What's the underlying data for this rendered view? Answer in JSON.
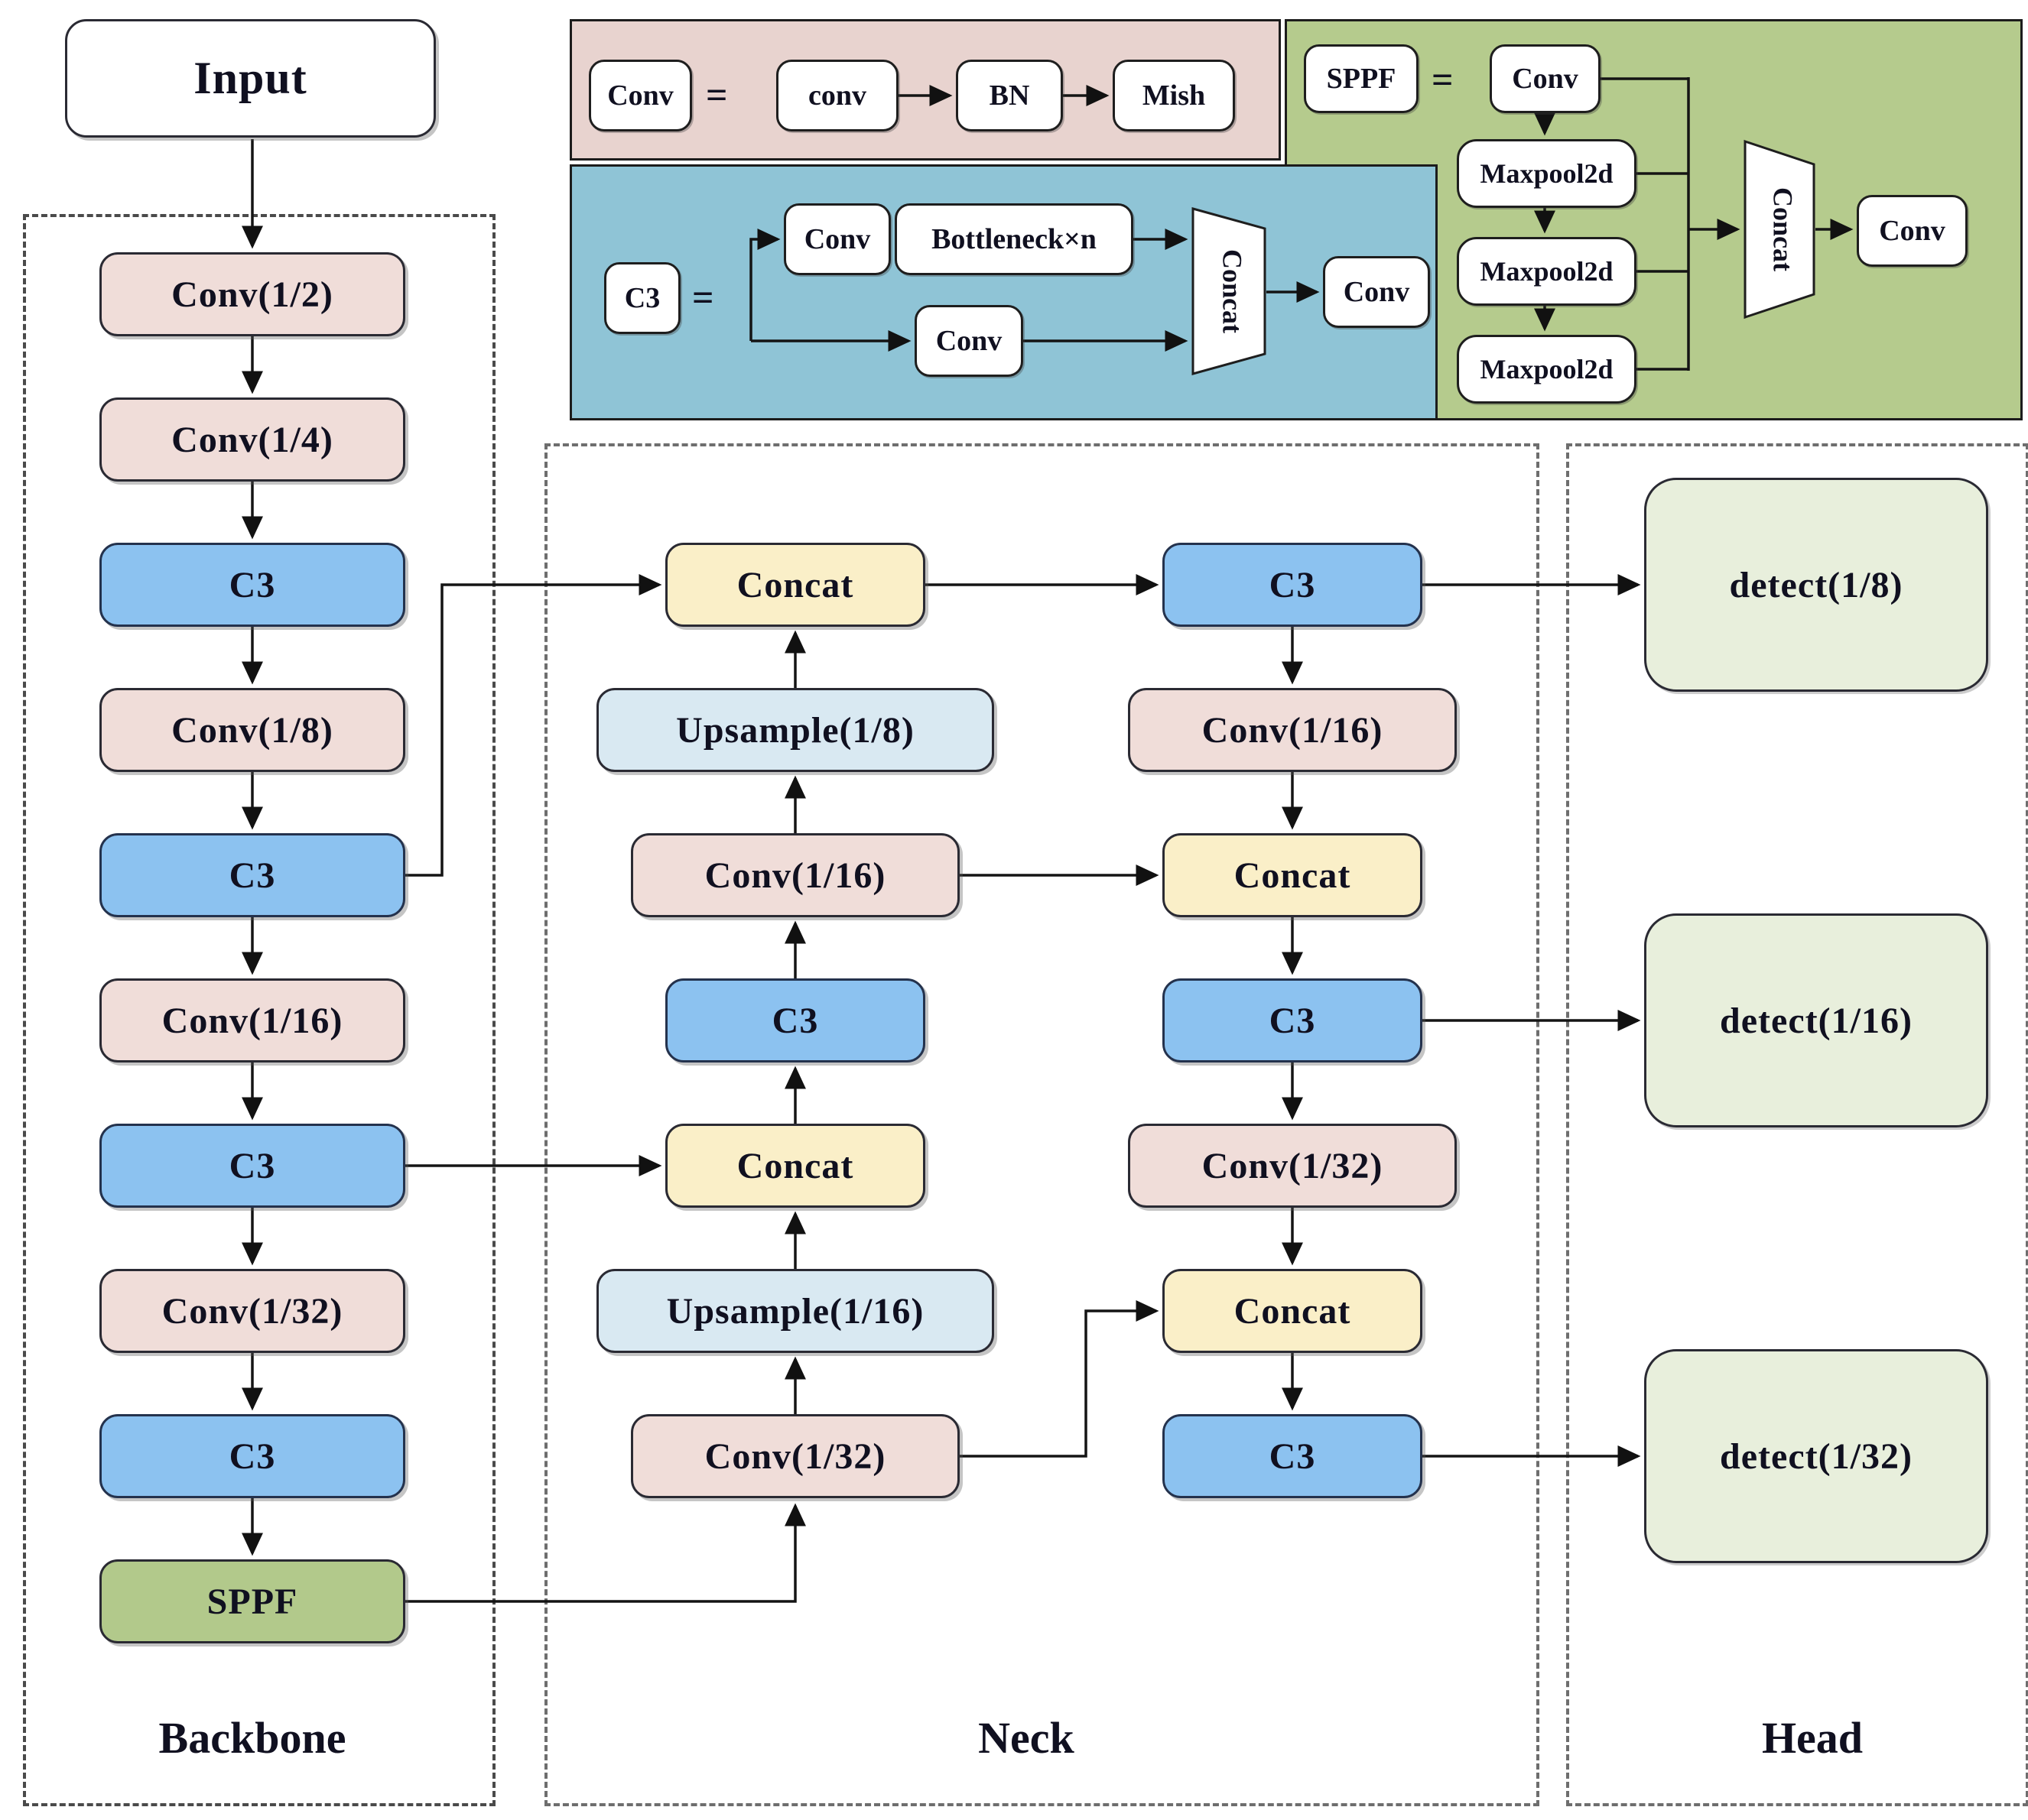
{
  "input_label": "Input",
  "sections": {
    "backbone": "Backbone",
    "neck": "Neck",
    "head": "Head"
  },
  "backbone_nodes": [
    "Conv(1/2)",
    "Conv(1/4)",
    "C3",
    "Conv(1/8)",
    "C3",
    "Conv(1/16)",
    "C3",
    "Conv(1/32)",
    "C3",
    "SPPF"
  ],
  "neck_left": [
    "Concat",
    "Upsample(1/8)",
    "Conv(1/16)",
    "C3",
    "Concat",
    "Upsample(1/16)",
    "Conv(1/32)"
  ],
  "neck_right": [
    "C3",
    "Conv(1/16)",
    "Concat",
    "C3",
    "Conv(1/32)",
    "Concat",
    "C3"
  ],
  "head_nodes": [
    "detect(1/8)",
    "detect(1/16)",
    "detect(1/32)"
  ],
  "legend": {
    "conv": {
      "lhs": "Conv",
      "eq": "=",
      "step1": "conv",
      "step2": "BN",
      "step3": "Mish"
    },
    "c3": {
      "lhs": "C3",
      "eq": "=",
      "branch_top_1": "Conv",
      "branch_top_2": "Bottleneck×n",
      "branch_bottom_1": "Conv",
      "merge": "Concat",
      "out": "Conv"
    },
    "sppf": {
      "lhs": "SPPF",
      "eq": "=",
      "first": "Conv",
      "pool1": "Maxpool2d",
      "pool2": "Maxpool2d",
      "pool3": "Maxpool2d",
      "merge": "Concat",
      "out": "Conv"
    }
  },
  "colors": {
    "conv_fill": "#f0ddd9",
    "c3_fill": "#8cc2f0",
    "concat_fill": "#faefc8",
    "upsample_fill": "#d9e9f2",
    "sppf_fill": "#b2c98b",
    "detect_fill": "#e8efdc",
    "legend_conv_bg": "#e8d3cf",
    "legend_c3_bg": "#8fc4d6",
    "legend_sppf_bg": "#b5cb8d"
  }
}
